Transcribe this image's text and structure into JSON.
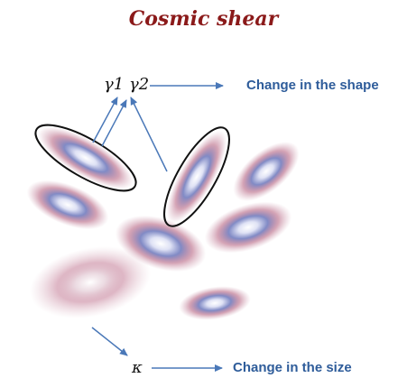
{
  "title": "Cosmic shear",
  "symbols": {
    "gamma1": "γ1",
    "gamma2": "γ2",
    "kappa": "κ"
  },
  "labels": {
    "shape": "Change in the shape",
    "size": "Change in the size"
  },
  "colors": {
    "title": "#8b1a1a",
    "label_text": "#2e5c9a",
    "arrow": "#4a78b8",
    "galaxy_halo": "#a34b66",
    "galaxy_core": "#6e78b8",
    "ellipse_outline": "#111111"
  }
}
